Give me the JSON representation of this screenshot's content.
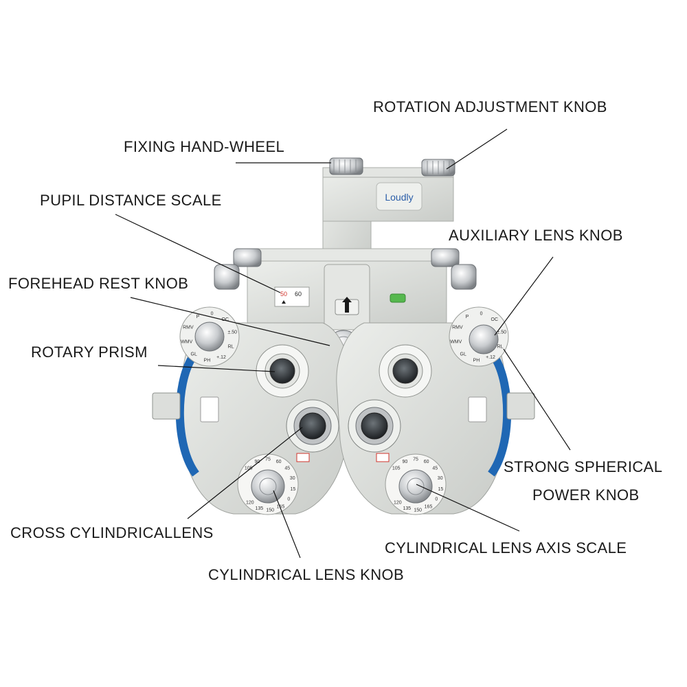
{
  "brand": "Loudly",
  "labels": {
    "rotation_adjustment_knob": "ROTATION ADJUSTMENT KNOB",
    "fixing_hand_wheel": "FIXING HAND-WHEEL",
    "pupil_distance_scale": "PUPIL DISTANCE SCALE",
    "auxiliary_lens_knob": "AUXILIARY LENS KNOB",
    "forehead_rest_knob": "FOREHEAD REST KNOB",
    "rotary_prism": "ROTARY PRISM",
    "strong_spherical_line1": "STRONG SPHERICAL",
    "strong_spherical_line2": "POWER KNOB",
    "cross_cylindrical_lens": "CROSS CYLINDRICALLENS",
    "cylindrical_lens_axis_scale": "CYLINDRICAL LENS AXIS SCALE",
    "cylindrical_lens_knob": "CYLINDRICAL LENS KNOB"
  },
  "pd_scale": {
    "left": "50",
    "right": "60"
  },
  "axis_scale_numbers": [
    "105",
    "90",
    "75",
    "60",
    "45",
    "30",
    "15",
    "0",
    "165",
    "150",
    "135",
    "120"
  ],
  "aux_dial_marks": [
    "P",
    "0",
    "OC",
    "±.50",
    "RL",
    "+.12",
    "PH",
    "GL",
    "WMV",
    "RMV"
  ],
  "colors": {
    "body": "#d8dad7",
    "body_shadow": "#b9bcb8",
    "chrome": "#c7cacc",
    "dark_lens": "#2b2e31",
    "blue_ring": "#1f67b4",
    "red_mark": "#d0342c",
    "green_level": "#56b84e",
    "text": "#1a1a1a"
  }
}
